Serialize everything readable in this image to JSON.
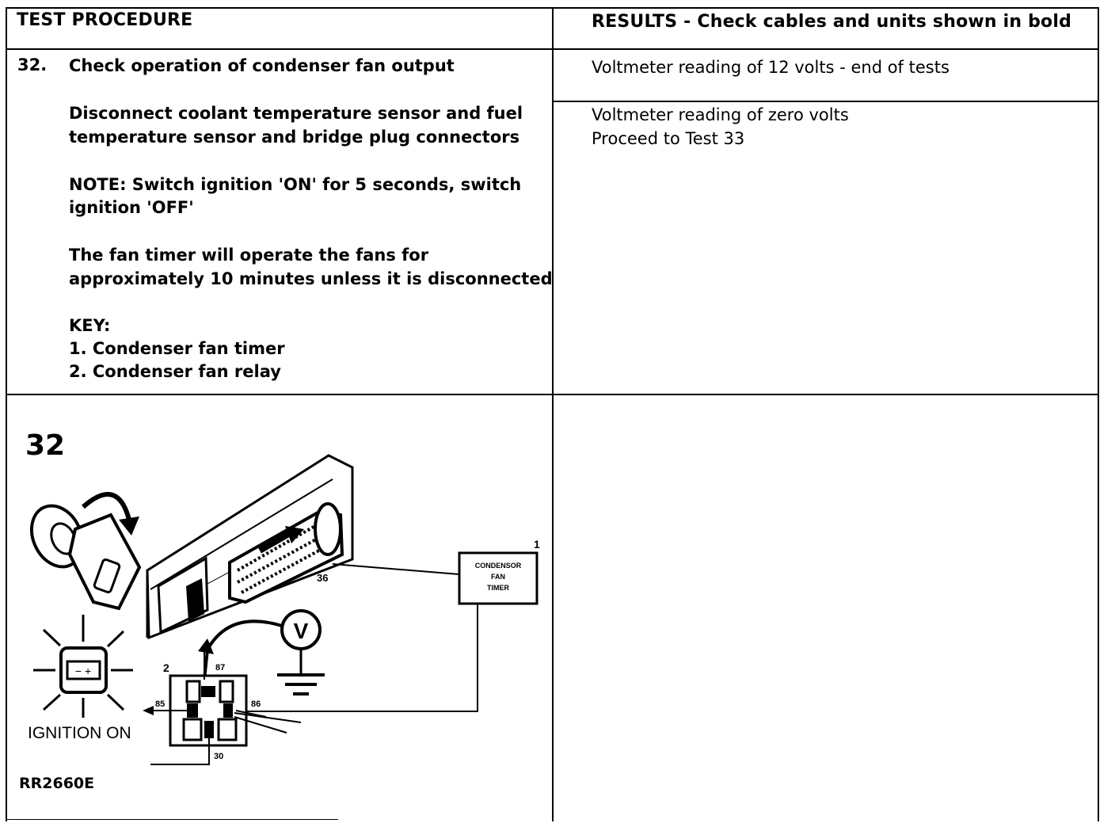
{
  "header": {
    "procedure_label": "TEST PROCEDURE",
    "results_label": "RESULTS - Check cables and units shown in bold"
  },
  "step": {
    "number": "32.",
    "title": "Check operation of condenser fan output",
    "instruction_line1": "Disconnect coolant temperature sensor and fuel",
    "instruction_line2": "temperature sensor and bridge plug connectors",
    "note_line1": "NOTE: Switch ignition 'ON' for 5 seconds, switch",
    "note_line2": "ignition 'OFF'",
    "timer_line1": "The fan timer will operate the fans for",
    "timer_line2": "approximately 10 minutes unless it is disconnected",
    "key_title": "KEY:",
    "key_items": [
      "1. Condenser fan timer",
      "2. Condenser fan relay"
    ]
  },
  "results": [
    {
      "line1": "Voltmeter reading of 12 volts - end of tests",
      "line2": ""
    },
    {
      "line1": "Voltmeter reading of zero volts",
      "line2": "Proceed to Test 33"
    }
  ],
  "figure": {
    "number": "32",
    "reference": "RR2660E",
    "ignition_label": "IGNITION  ON",
    "timer_box_lines": [
      "CONDENSOR",
      "FAN",
      "TIMER"
    ],
    "item_label_timer": "1",
    "item_label_relay": "2",
    "pin_label_ecu": "36",
    "pin_label_87": "87",
    "pin_label_85": "85",
    "pin_label_86": "86",
    "pin_label_30": "30",
    "voltmeter_symbol": "V",
    "battery_symbol": "− +"
  }
}
